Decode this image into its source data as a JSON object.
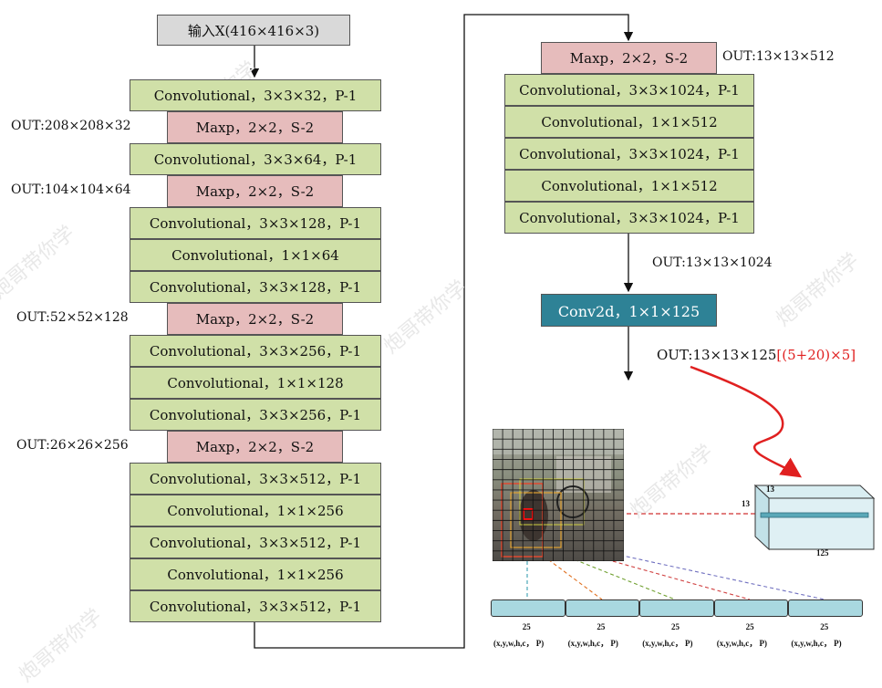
{
  "input_label": "输入X(416×416×3)",
  "left_column": [
    {
      "kind": "conv",
      "text": "Convolutional，3×3×32，P-1"
    },
    {
      "kind": "maxp",
      "text": "Maxp，2×2，S-2",
      "out": "OUT:208×208×32"
    },
    {
      "kind": "conv",
      "text": "Convolutional，3×3×64，P-1"
    },
    {
      "kind": "maxp",
      "text": "Maxp，2×2，S-2",
      "out": "OUT:104×104×64"
    },
    {
      "kind": "conv",
      "text": "Convolutional，3×3×128，P-1"
    },
    {
      "kind": "conv",
      "text": "Convolutional，1×1×64"
    },
    {
      "kind": "conv",
      "text": "Convolutional，3×3×128，P-1"
    },
    {
      "kind": "maxp",
      "text": "Maxp，2×2，S-2",
      "out": "OUT:52×52×128"
    },
    {
      "kind": "conv",
      "text": "Convolutional，3×3×256，P-1"
    },
    {
      "kind": "conv",
      "text": "Convolutional，1×1×128"
    },
    {
      "kind": "conv",
      "text": "Convolutional，3×3×256，P-1"
    },
    {
      "kind": "maxp",
      "text": "Maxp，2×2，S-2",
      "out": "OUT:26×26×256"
    },
    {
      "kind": "conv",
      "text": "Convolutional，3×3×512，P-1"
    },
    {
      "kind": "conv",
      "text": "Convolutional，1×1×256"
    },
    {
      "kind": "conv",
      "text": "Convolutional，3×3×512，P-1"
    },
    {
      "kind": "conv",
      "text": "Convolutional，1×1×256"
    },
    {
      "kind": "conv",
      "text": "Convolutional，3×3×512，P-1"
    }
  ],
  "right_column": [
    {
      "kind": "maxp",
      "text": "Maxp，2×2，S-2",
      "out": "OUT:13×13×512"
    },
    {
      "kind": "conv",
      "text": "Convolutional，3×3×1024，P-1"
    },
    {
      "kind": "conv",
      "text": "Convolutional，1×1×512"
    },
    {
      "kind": "conv",
      "text": "Convolutional，3×3×1024，P-1"
    },
    {
      "kind": "conv",
      "text": "Convolutional，1×1×512"
    },
    {
      "kind": "conv",
      "text": "Convolutional，3×3×1024，P-1"
    }
  ],
  "out_after_convs": "OUT:13×13×1024",
  "conv2d_label": "Conv2d，1×1×125",
  "final_out": {
    "main": "OUT:13×13×125",
    "extra": "[(5+20)×5]"
  },
  "tensor": {
    "top": "13",
    "left": "13",
    "bottom": "125"
  },
  "anchors": {
    "count_label": "25",
    "field_label": "(x,y,w,h,c， P)",
    "count": 5
  },
  "watermark": "炮哥带你学",
  "colors": {
    "conv": "#d0e0a8",
    "maxp": "#e6bcbc",
    "input": "#d9d9d9",
    "conv2d": "#2e8296",
    "red": "#e02020"
  }
}
